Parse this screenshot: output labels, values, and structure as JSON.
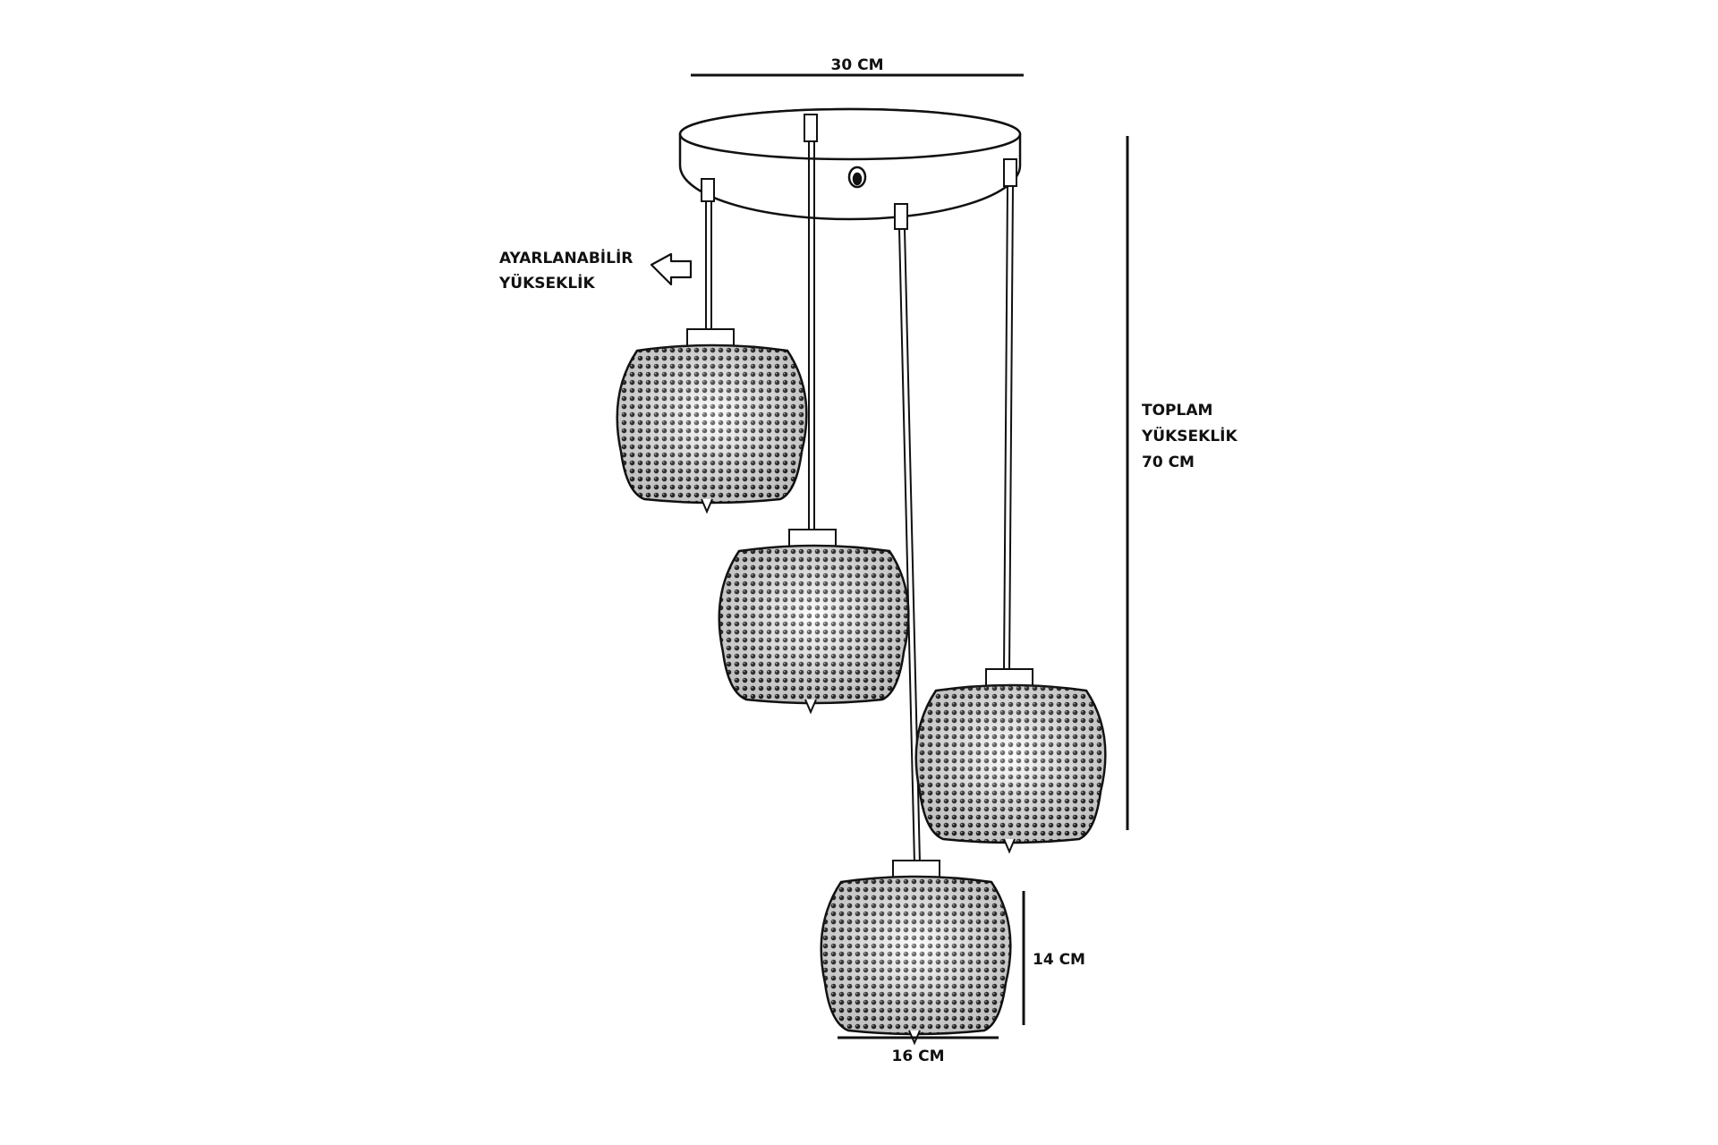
{
  "dimensions": {
    "canopy_width": "30 CM",
    "total_height_line1": "TOPLAM",
    "total_height_line2": "YÜKSEKLİK",
    "total_height_line3": "70 CM",
    "shade_height": "14 CM",
    "shade_width": "16 CM"
  },
  "adjustable_label": {
    "line1": "AYARLANABİLİR",
    "line2": "YÜKSEKLİK"
  },
  "colors": {
    "line": "#111111",
    "background": "#ffffff"
  }
}
